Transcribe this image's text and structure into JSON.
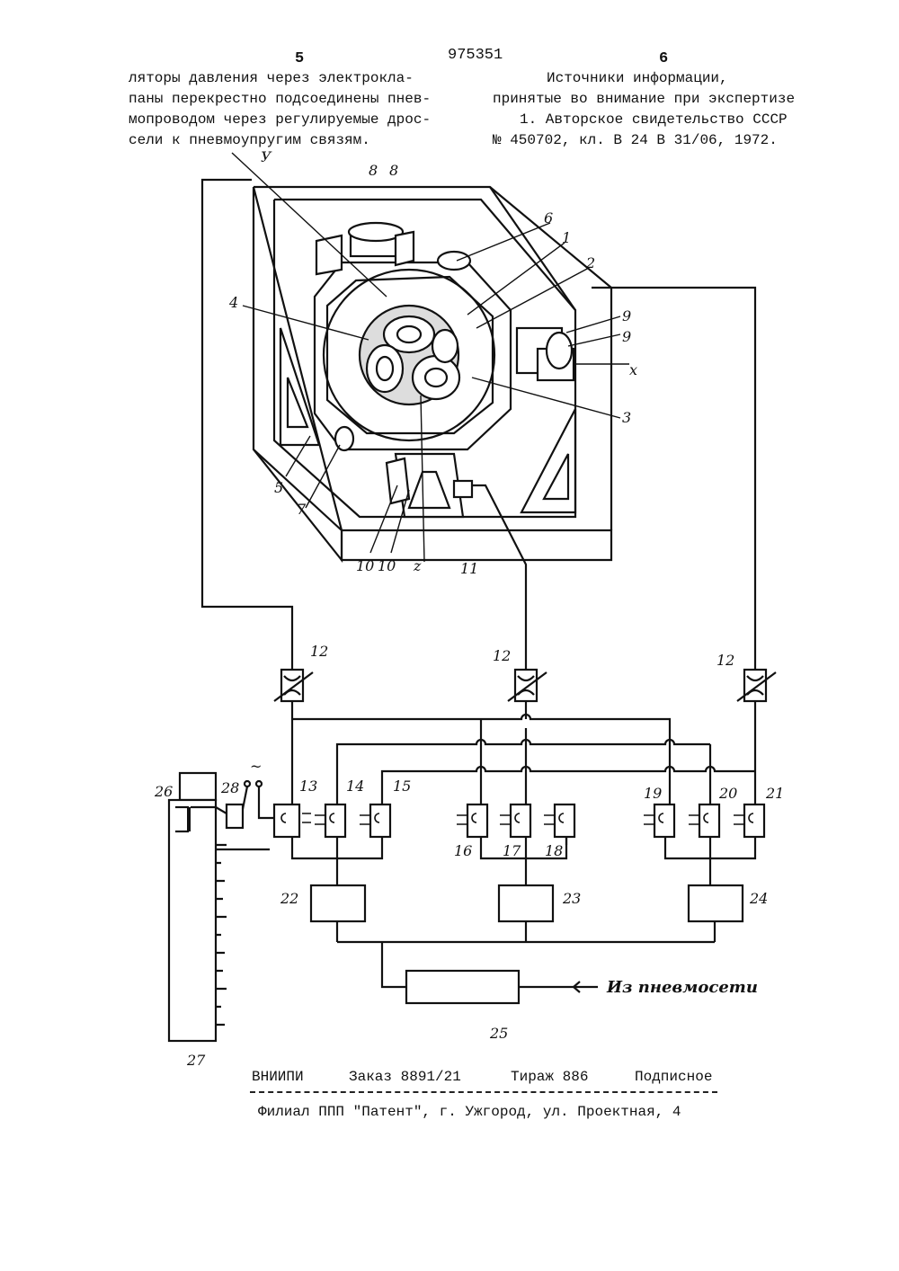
{
  "header": {
    "left_page": "5",
    "patent_number": "975351",
    "right_page": "6"
  },
  "left_column": {
    "lines": [
      "ляторы давления через электрокла-",
      "паны перекрестно подсоединены пнев-",
      "мопроводом через регулируемые дрос-",
      "сели к пневмоупругим связям."
    ]
  },
  "right_column": {
    "lines": [
      "Источники информации,",
      "принятые во внимание при экспертизе",
      "1. Авторское свидетельство СССР",
      "№ 450702, кл. В 24 В 31/06, 1972."
    ]
  },
  "figure": {
    "labels": {
      "y_axis": "У",
      "x_axis": "x",
      "z_axis": "z",
      "n8a": "8",
      "n8b": "8",
      "n6": "6",
      "n1": "1",
      "n2": "2",
      "n4": "4",
      "n9a": "9",
      "n9b": "9",
      "n3": "3",
      "n5": "5",
      "n7": "7",
      "n10a": "10",
      "n10b": "10",
      "n11": "11",
      "n12a": "12",
      "n12b": "12",
      "n12c": "12",
      "n13": "13",
      "n14": "14",
      "n15": "15",
      "n16": "16",
      "n17": "17",
      "n18": "18",
      "n19": "19",
      "n20": "20",
      "n21": "21",
      "n22": "22",
      "n23": "23",
      "n24": "24",
      "n25": "25",
      "n26": "26",
      "n27": "27",
      "n28": "28",
      "ac": "~",
      "supply": "Из пневмосети"
    }
  },
  "footer": {
    "org": "ВНИИПИ",
    "order": "Заказ 8891/21",
    "print_run": "Тираж 886",
    "subscription": "Подписное",
    "branch": "Филиал ППП \"Патент\", г. Ужгород, ул. Проектная, 4"
  }
}
